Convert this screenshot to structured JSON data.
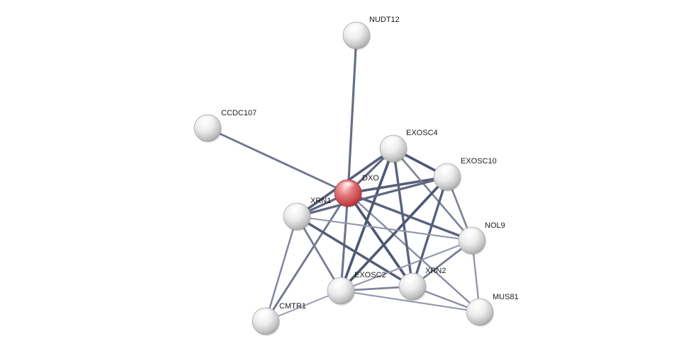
{
  "network": {
    "query_node": "DXO",
    "colors": {
      "query_node": "#d9545a",
      "node": "#e6e6e6",
      "edge": "#4a5270"
    },
    "nodes": [
      {
        "id": "NUDT12",
        "label": "NUDT12"
      },
      {
        "id": "CCDC107",
        "label": "CCDC107"
      },
      {
        "id": "EXOSC4",
        "label": "EXOSC4"
      },
      {
        "id": "EXOSC10",
        "label": "EXOSC10"
      },
      {
        "id": "DXO",
        "label": "DXO"
      },
      {
        "id": "XRN1",
        "label": "XRN1"
      },
      {
        "id": "NOL9",
        "label": "NOL9"
      },
      {
        "id": "XRN2",
        "label": "XRN2"
      },
      {
        "id": "EXOSC2",
        "label": "EXOSC2"
      },
      {
        "id": "MUS81",
        "label": "MUS81"
      },
      {
        "id": "CMTR1",
        "label": "CMTR1"
      }
    ],
    "edges": [
      {
        "source": "DXO",
        "target": "NUDT12",
        "strength": 0.75
      },
      {
        "source": "DXO",
        "target": "CCDC107",
        "strength": 0.65
      },
      {
        "source": "DXO",
        "target": "EXOSC4",
        "strength": 0.8
      },
      {
        "source": "DXO",
        "target": "EXOSC10",
        "strength": 0.9
      },
      {
        "source": "DXO",
        "target": "XRN1",
        "strength": 0.8
      },
      {
        "source": "DXO",
        "target": "NOL9",
        "strength": 0.85
      },
      {
        "source": "DXO",
        "target": "XRN2",
        "strength": 0.95
      },
      {
        "source": "DXO",
        "target": "EXOSC2",
        "strength": 0.7
      },
      {
        "source": "DXO",
        "target": "CMTR1",
        "strength": 0.65
      },
      {
        "source": "DXO",
        "target": "MUS81",
        "strength": 0.45
      },
      {
        "source": "EXOSC4",
        "target": "EXOSC10",
        "strength": 0.95
      },
      {
        "source": "EXOSC4",
        "target": "XRN1",
        "strength": 0.9
      },
      {
        "source": "EXOSC4",
        "target": "EXOSC2",
        "strength": 0.95
      },
      {
        "source": "EXOSC4",
        "target": "XRN2",
        "strength": 0.85
      },
      {
        "source": "EXOSC4",
        "target": "NOL9",
        "strength": 0.55
      },
      {
        "source": "EXOSC10",
        "target": "XRN1",
        "strength": 0.8
      },
      {
        "source": "EXOSC10",
        "target": "EXOSC2",
        "strength": 0.95
      },
      {
        "source": "EXOSC10",
        "target": "XRN2",
        "strength": 0.85
      },
      {
        "source": "EXOSC10",
        "target": "NOL9",
        "strength": 0.55
      },
      {
        "source": "XRN1",
        "target": "XRN2",
        "strength": 0.9
      },
      {
        "source": "XRN1",
        "target": "EXOSC2",
        "strength": 0.6
      },
      {
        "source": "XRN1",
        "target": "NOL9",
        "strength": 0.35
      },
      {
        "source": "XRN1",
        "target": "CMTR1",
        "strength": 0.5
      },
      {
        "source": "EXOSC2",
        "target": "XRN2",
        "strength": 0.55
      },
      {
        "source": "EXOSC2",
        "target": "NOL9",
        "strength": 0.35
      },
      {
        "source": "EXOSC2",
        "target": "CMTR1",
        "strength": 0.3
      },
      {
        "source": "XRN2",
        "target": "NOL9",
        "strength": 0.6
      },
      {
        "source": "XRN2",
        "target": "MUS81",
        "strength": 0.45
      },
      {
        "source": "NOL9",
        "target": "MUS81",
        "strength": 0.4
      },
      {
        "source": "EXOSC2",
        "target": "MUS81",
        "strength": 0.35
      }
    ]
  }
}
